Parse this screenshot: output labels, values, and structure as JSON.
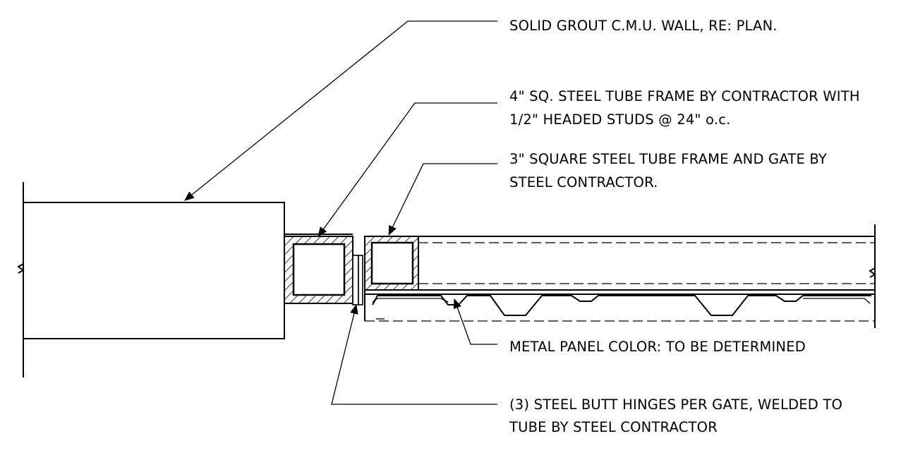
{
  "notes": {
    "cmu_wall": "SOLID GROUT C.M.U. WALL, RE: PLAN.",
    "steel_tube_frame": [
      "4\" SQ. STEEL TUBE FRAME BY CONTRACTOR WITH",
      "1/2\" HEADED STUDS @ 24\" o.c."
    ],
    "square_tube_gate": [
      "3\" SQUARE STEEL TUBE FRAME AND GATE BY",
      "STEEL CONTRACTOR."
    ],
    "metal_panel": "METAL PANEL COLOR: TO BE DETERMINED",
    "butt_hinges": [
      "(3) STEEL BUTT HINGES PER GATE, WELDED TO",
      "TUBE BY STEEL CONTRACTOR"
    ]
  },
  "colors": {
    "line": "#000000",
    "background": "#ffffff"
  }
}
